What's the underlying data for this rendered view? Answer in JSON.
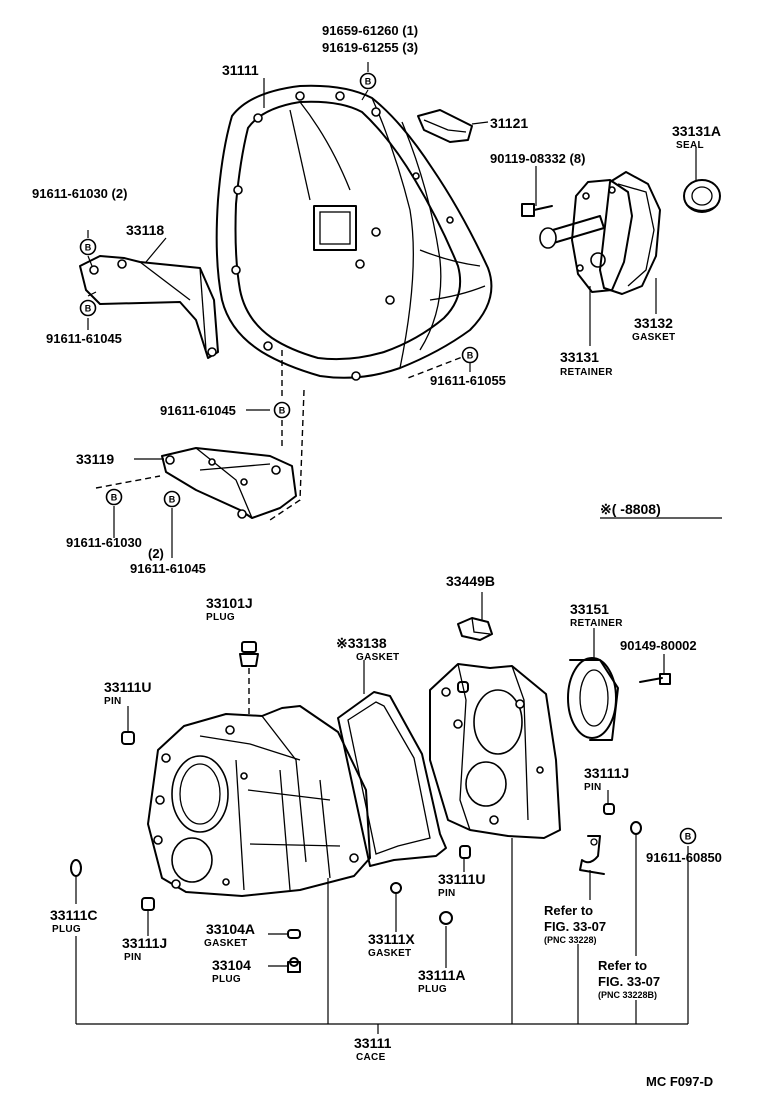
{
  "diagram": {
    "labels": {
      "p31111": "31111",
      "p91659": "91659-61260 (1)",
      "p91619": "91619-61255 (3)",
      "p31121": "31121",
      "p33131a": "33131A",
      "p33131a_sub": "SEAL",
      "p90119": "90119-08332 (8)",
      "p91611_61030a": "91611-61030 (2)",
      "p33118": "33118",
      "p91611_61045a": "91611-61045",
      "p33132": "33132",
      "p33132_sub": "GASKET",
      "p33131": "33131",
      "p33131_sub": "RETAINER",
      "p91611_61055": "91611-61055",
      "p91611_61045b": "91611-61045",
      "p33119": "33119",
      "p91611_61030b": "91611-61030",
      "p91611_61030b_qty": "(2)",
      "p91611_61045c": "91611-61045",
      "note": "※(      -8808)",
      "p33449b": "33449B",
      "p33101j": "33101J",
      "p33101j_sub": "PLUG",
      "p33151": "33151",
      "p33151_sub": "RETAINER",
      "p33138": "※33138",
      "p33138_sub": "GASKET",
      "p90149": "90149-80002",
      "p33111u_a": "33111U",
      "p33111u_a_sub": "PIN",
      "p33111j_a": "33111J",
      "p33111j_a_sub": "PIN",
      "p91611_60850": "91611-60850",
      "p33111u_b": "33111U",
      "p33111u_b_sub": "PIN",
      "p33111c": "33111C",
      "p33111c_sub": "PLUG",
      "p33111j_b": "33111J",
      "p33111j_b_sub": "PIN",
      "p33104a": "33104A",
      "p33104a_sub": "GASKET",
      "p33104": "33104",
      "p33104_sub": "PLUG",
      "p33111x": "33111X",
      "p33111x_sub": "GASKET",
      "p33111a": "33111A",
      "p33111a_sub": "PLUG",
      "refer1_a": "Refer to",
      "refer1_b": "FIG. 33-07",
      "refer1_c": "(PNC 33228)",
      "refer2_a": "Refer to",
      "refer2_b": "FIG. 33-07",
      "refer2_c": "(PNC 33228B)",
      "p33111": "33111",
      "p33111_sub": "CACE",
      "footer": "MC  F097-D"
    },
    "bolt_mark": "B"
  }
}
